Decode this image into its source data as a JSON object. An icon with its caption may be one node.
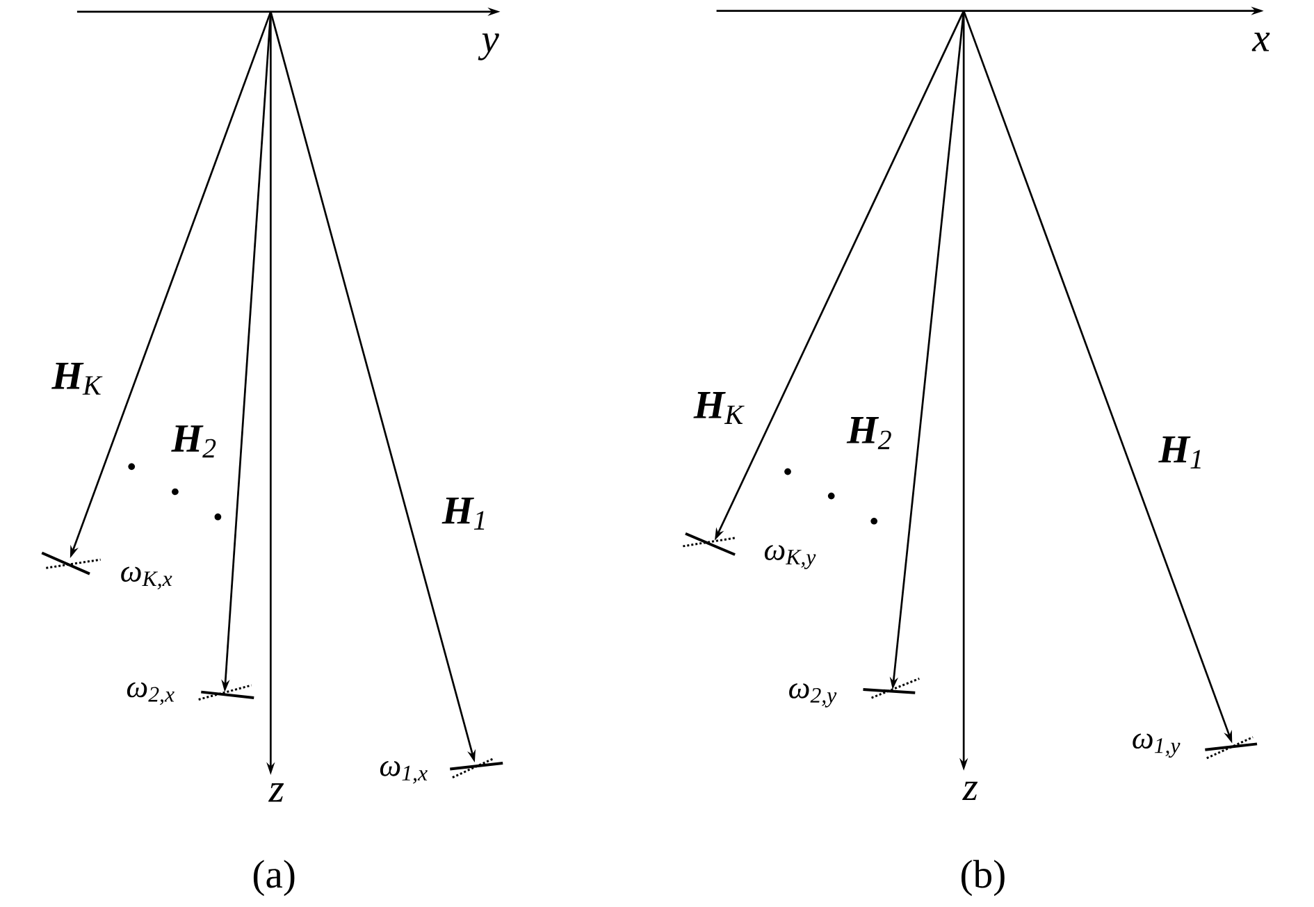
{
  "diagram": {
    "nodes": [
      {
        "text": [],
        "shape": "bar",
        "beside": [
          "ω$_{K,x}$"
        ]
      },
      {
        "text": [],
        "shape": "bar",
        "beside": [
          "ω$_{2,x}$"
        ]
      },
      {
        "text": [],
        "shape": "bar",
        "beside": [
          "ω$_{1,x}$"
        ]
      },
      {
        "text": [],
        "shape": "bar",
        "beside": [
          "ω$_{K,y}$"
        ]
      },
      {
        "text": [],
        "shape": "bar",
        "beside": [
          "ω$_{2,y}$"
        ]
      },
      {
        "text": [],
        "shape": "bar",
        "beside": [
          "ω$_{1,y}$"
        ]
      }
    ],
    "edges": [
      {
        "from": null,
        "to": 0,
        "arrow": "to",
        "label": "**H**$_{K}$"
      },
      {
        "from": null,
        "to": 1,
        "arrow": "to",
        "label": "**H**$_{2}$"
      },
      {
        "from": null,
        "to": 2,
        "arrow": "to",
        "label": "**H**$_{1}$"
      },
      {
        "from": null,
        "to": 3,
        "arrow": "to",
        "label": "**H**$_{K}$"
      },
      {
        "from": null,
        "to": 4,
        "arrow": "to",
        "label": "**H**$_{2}$"
      },
      {
        "from": null,
        "to": 5,
        "arrow": "to",
        "label": "**H**$_{1}$"
      }
    ],
    "labels": [
      "y",
      "z",
      "(a)",
      "x",
      "z",
      "(b)"
    ]
  }
}
